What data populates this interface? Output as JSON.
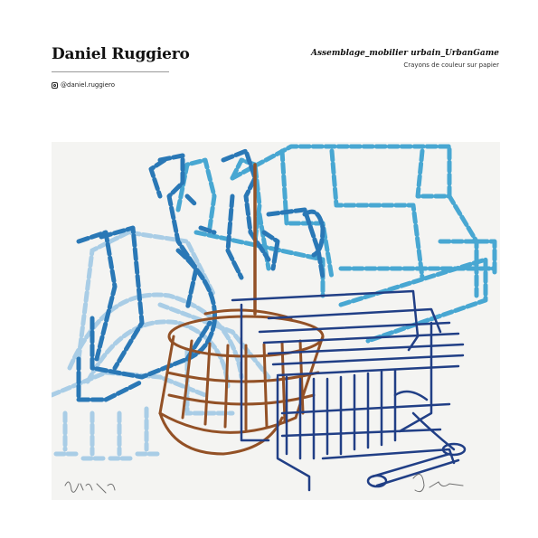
{
  "header": {
    "artist_name": "Daniel Ruggiero",
    "handle": "@daniel.ruggiero",
    "handle_icon": "instagram-icon"
  },
  "artwork": {
    "title": "Assemblage_mobilier urbain_UrbanGame",
    "medium": "Crayons de couleur sur papier",
    "colors": {
      "paper": "#f4f4f2",
      "light_blue": "#a9cde6",
      "cyan": "#48a7d2",
      "blue": "#2a78b6",
      "navy": "#213f86",
      "brown": "#935126"
    }
  }
}
